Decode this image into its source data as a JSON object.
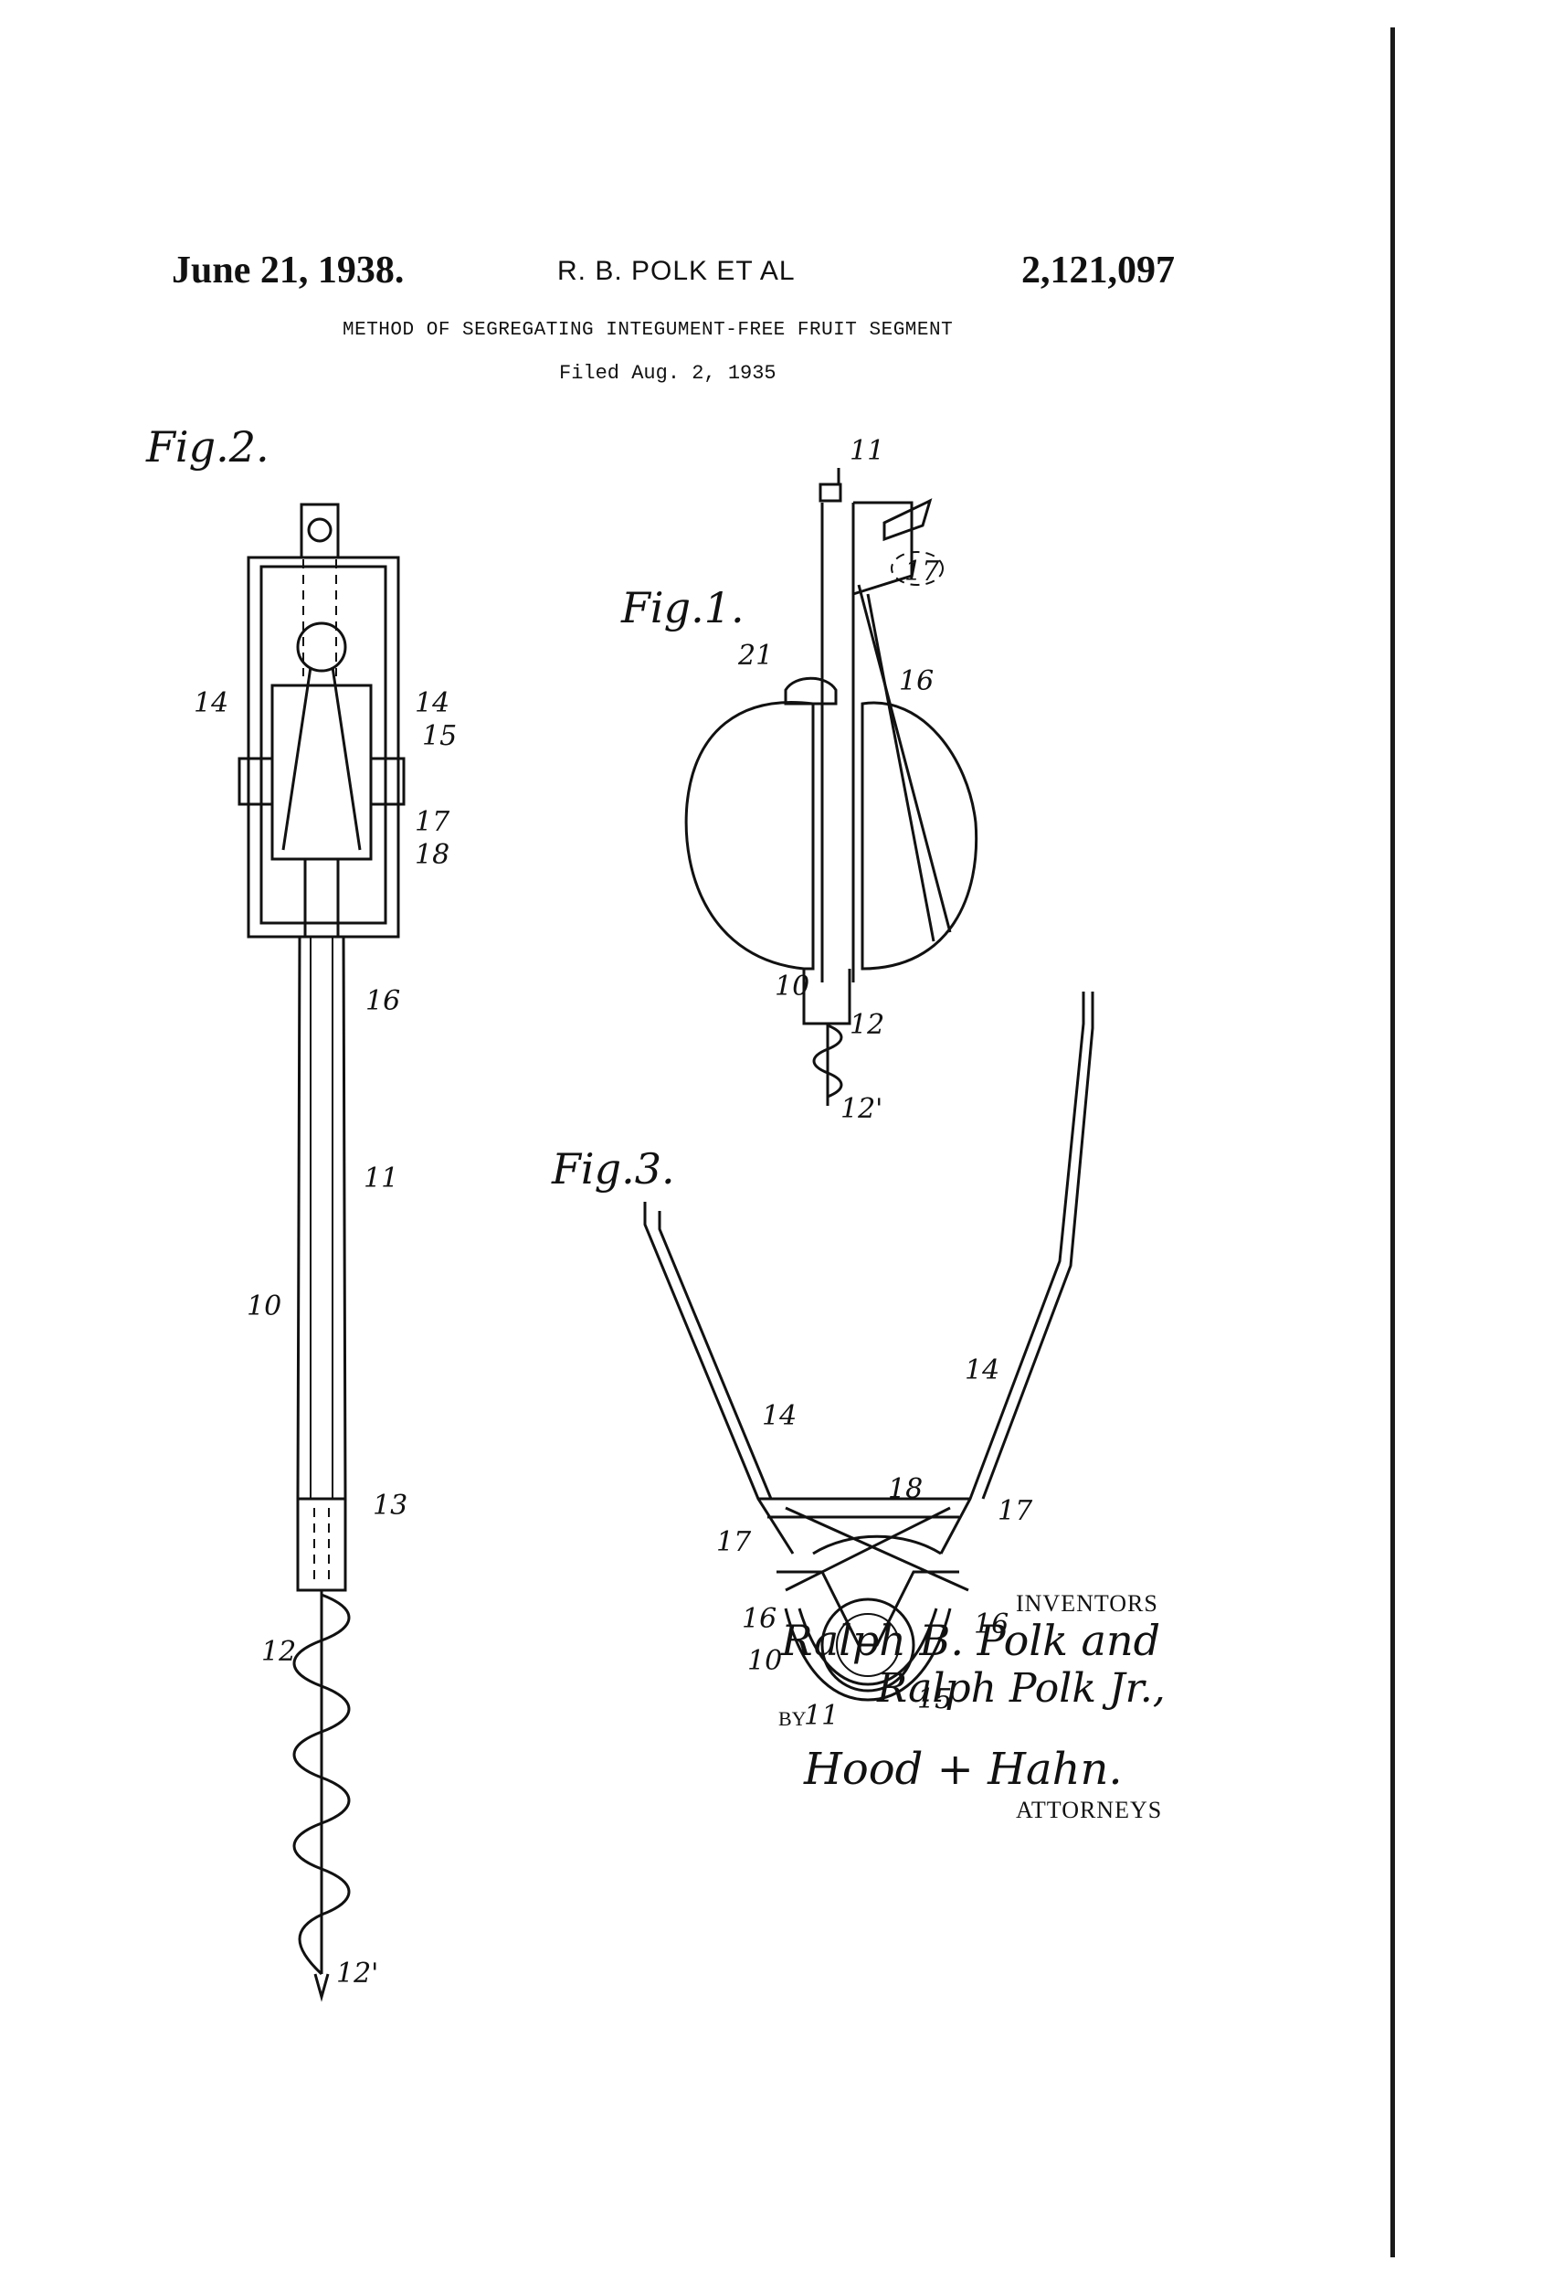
{
  "header": {
    "date": "June 21, 1938.",
    "inventor_short": "R. B. POLK ET AL",
    "patent_number": "2,121,097",
    "title": "METHOD OF SEGREGATING INTEGUMENT-FREE FRUIT SEGMENT",
    "filed": "Filed Aug. 2, 1935"
  },
  "figures": {
    "fig1": "Fig.1.",
    "fig2": "Fig.2.",
    "fig3": "Fig.3."
  },
  "reference_numerals": {
    "fig2": [
      "14",
      "14",
      "15",
      "17",
      "18",
      "16",
      "11",
      "10",
      "13",
      "12",
      "12'"
    ],
    "fig1": [
      "11",
      "17",
      "21",
      "16",
      "10",
      "12",
      "12'"
    ],
    "fig3": [
      "14",
      "14",
      "18",
      "17",
      "17",
      "16",
      "16",
      "10",
      "11",
      "15"
    ]
  },
  "signature_block": {
    "inventors_label": "INVENTORS",
    "inventor_1": "Ralph B. Polk and",
    "inventor_2": "Ralph Polk Jr.,",
    "by_label": "BY",
    "attorney_signature": "Hood + Hahn.",
    "attorneys_label": "ATTORNEYS"
  }
}
